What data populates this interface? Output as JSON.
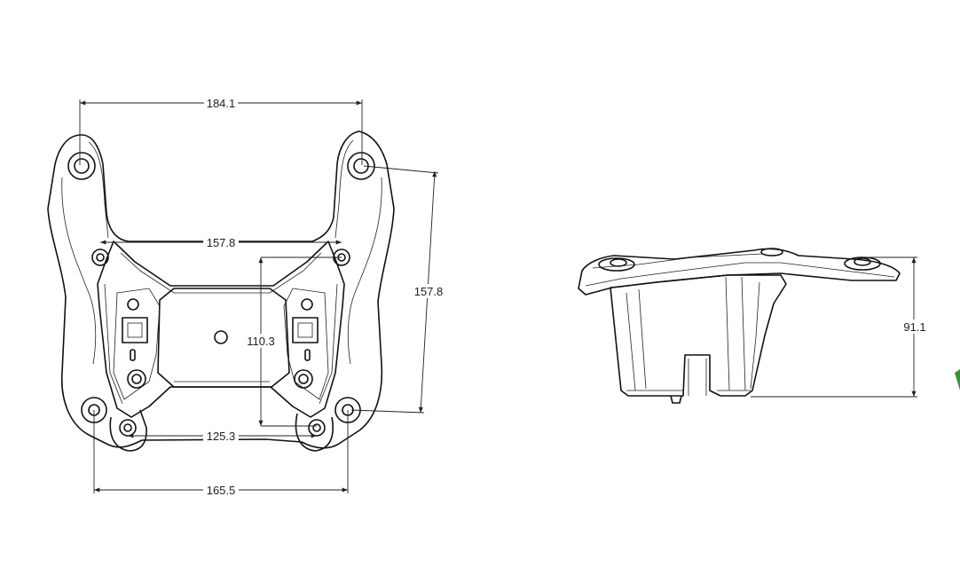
{
  "front_view": {
    "dims": {
      "top_width": "184.1",
      "upper_inner_width": "157.8",
      "right_height": "157.8",
      "inner_height": "110.3",
      "lower_inner_width": "125.3",
      "bottom_width": "165.5"
    }
  },
  "side_view": {
    "dims": {
      "height": "91.1"
    }
  },
  "colors": {
    "line": "#111111",
    "accent": "#2e9a2e"
  }
}
